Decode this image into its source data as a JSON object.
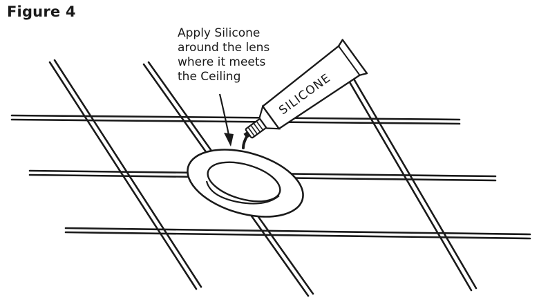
{
  "figure": {
    "title": "Figure 4"
  },
  "callout": {
    "lines": [
      "Apply Silicone",
      "around the lens",
      "where it meets",
      "the Ceiling"
    ]
  },
  "tube": {
    "label": "SILICONE"
  },
  "colors": {
    "ink": "#1a1a1a",
    "paper": "#ffffff"
  }
}
